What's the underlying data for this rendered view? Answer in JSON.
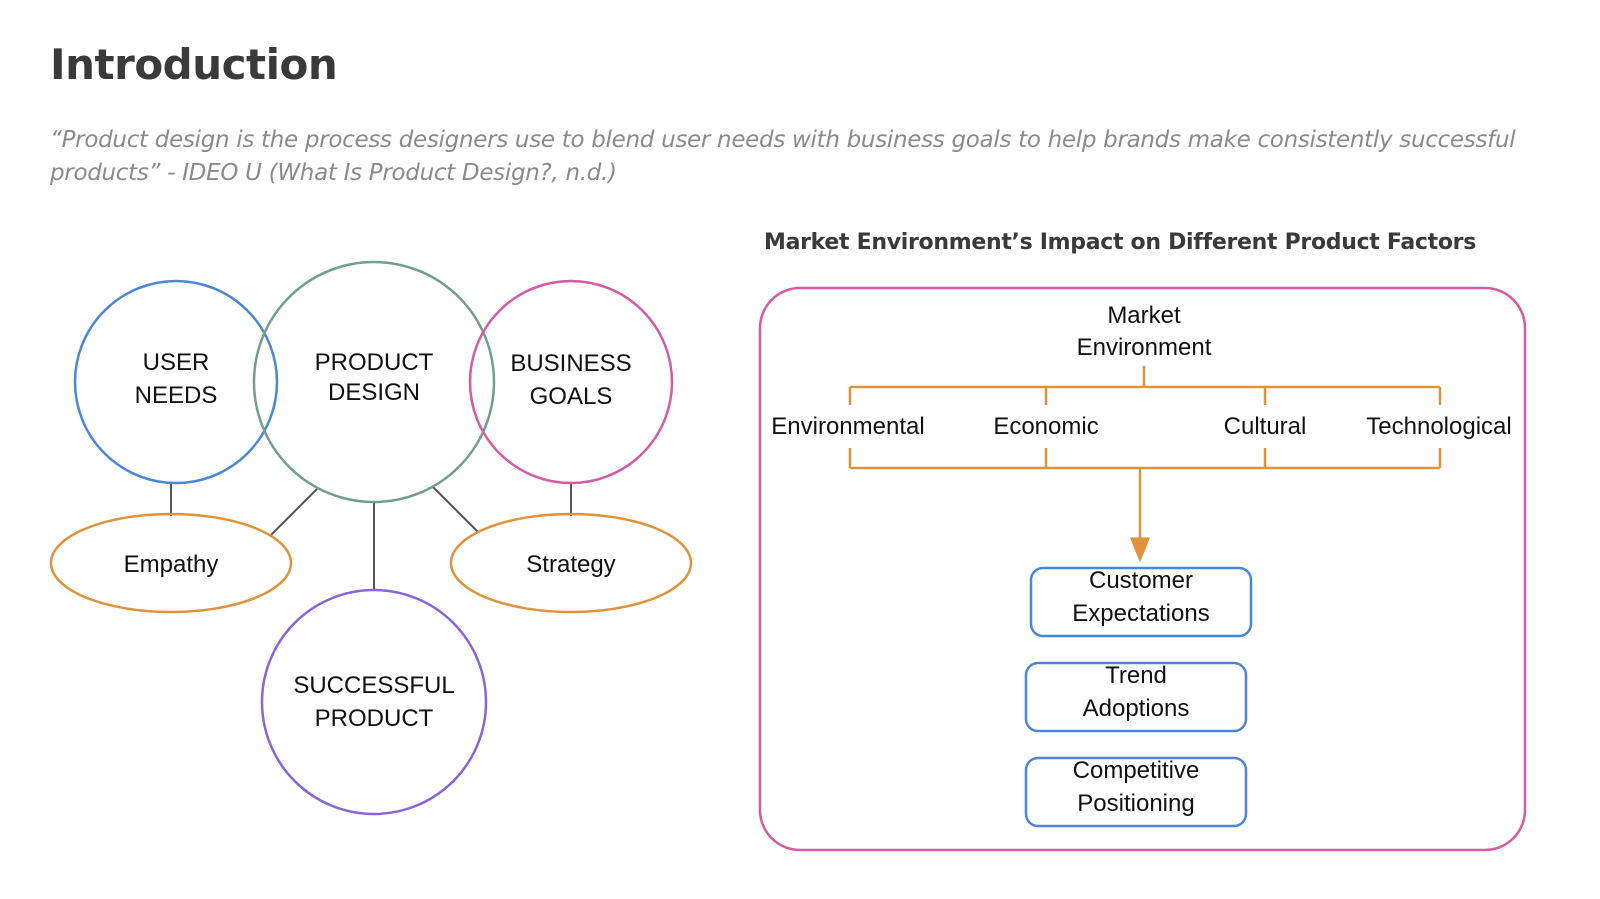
{
  "slide": {
    "title": "Introduction",
    "quote": "“Product design is the process designers use to blend user needs with business goals to help brands make consistently successful products” - IDEO U (What Is Product Design?, n.d.)"
  },
  "venn": {
    "user_needs": [
      "USER",
      "NEEDS"
    ],
    "product_design": [
      "PRODUCT",
      "DESIGN"
    ],
    "business_goals": [
      "BUSINESS",
      "GOALS"
    ],
    "empathy": "Empathy",
    "strategy": "Strategy",
    "successful_product": [
      "SUCCESSFUL",
      "PRODUCT"
    ]
  },
  "flow": {
    "title": "Market Environment’s Impact on Different Product Factors",
    "root": [
      "Market",
      "Environment"
    ],
    "factors": [
      "Environmental",
      "Economic",
      "Cultural",
      "Technological"
    ],
    "outcomes": [
      [
        "Customer",
        "Expectations"
      ],
      [
        "Trend",
        "Adoptions"
      ],
      [
        "Competitive",
        "Positioning"
      ]
    ]
  },
  "colors": {
    "blue": "#4a86d8",
    "teal": "#6f9e8c",
    "magenta": "#d55aa6",
    "orange": "#e0913a",
    "purple": "#8a64d6",
    "connector": "#555555",
    "frame": "#d55aa6"
  }
}
